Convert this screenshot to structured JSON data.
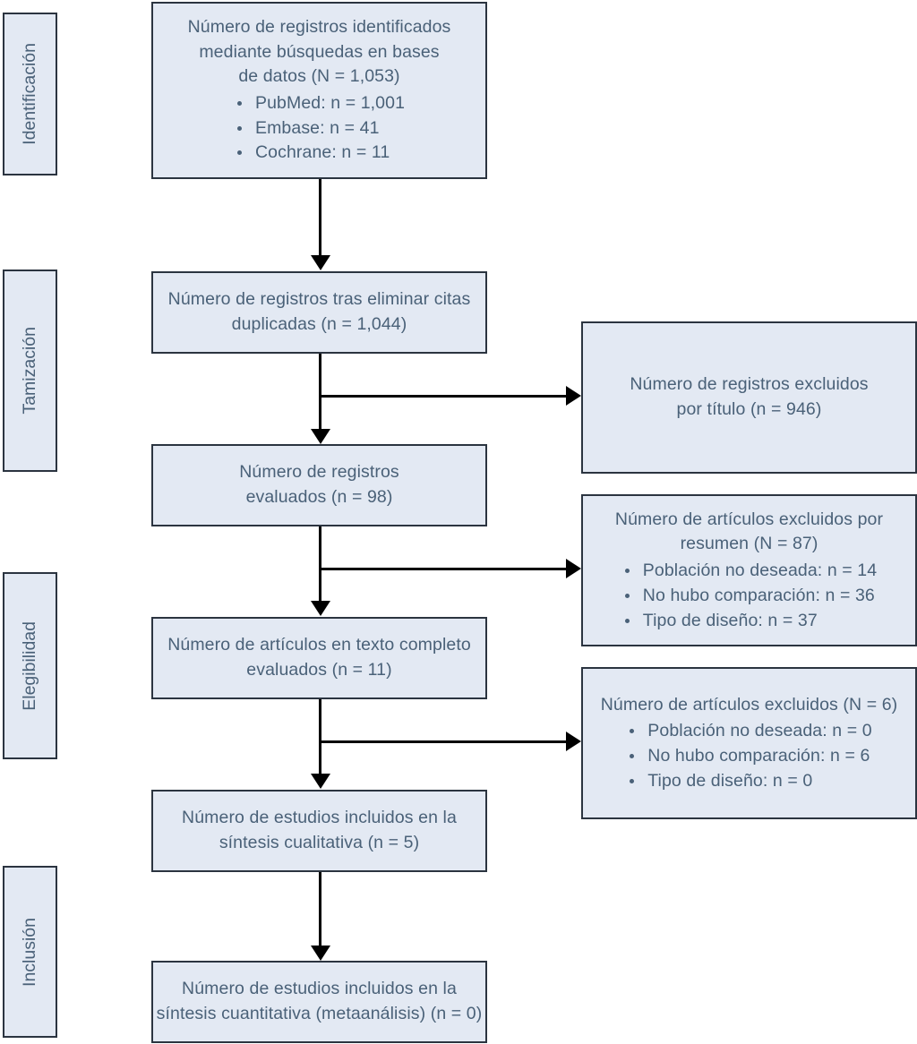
{
  "diagram": {
    "type": "prisma-flow-diagram",
    "language": "es",
    "colors": {
      "box_fill": "#e3e9f3",
      "box_border": "#2b3440",
      "text": "#4a6178",
      "arrow": "#000000",
      "background": "#ffffff"
    }
  },
  "stages": [
    {
      "id": "identificacion",
      "label": "Identificación"
    },
    {
      "id": "tamizacion",
      "label": "Tamización"
    },
    {
      "id": "elegibilidad",
      "label": "Elegibilidad"
    },
    {
      "id": "inclusion",
      "label": "Inclusión"
    }
  ],
  "flow_boxes": [
    {
      "id": "identified",
      "lines": [
        "Número de registros identificados",
        "mediante búsquedas en bases",
        "de datos (N = 1,053)"
      ],
      "bullets": [
        "PubMed: n = 1,001",
        "Embase: n = 41",
        "Cochrane: n = 11"
      ]
    },
    {
      "id": "deduplicated",
      "lines": [
        "Número de registros tras eliminar citas",
        "duplicadas (n = 1,044)"
      ],
      "bullets": []
    },
    {
      "id": "screened",
      "lines": [
        "Número de registros",
        "evaluados (n = 98)"
      ],
      "bullets": []
    },
    {
      "id": "fulltext",
      "lines": [
        "Número de artículos en texto completo",
        "evaluados (n = 11)"
      ],
      "bullets": []
    },
    {
      "id": "qualitative",
      "lines": [
        "Número de estudios incluidos en la",
        "síntesis cualitativa (n = 5)"
      ],
      "bullets": []
    },
    {
      "id": "quantitative",
      "lines": [
        "Número de estudios incluidos en la",
        "síntesis cuantitativa (metaanálisis) (n = 0)"
      ],
      "bullets": []
    }
  ],
  "exclusion_boxes": [
    {
      "id": "excluded-title",
      "lines": [
        "Número de registros excluidos",
        "por título (n = 946)"
      ],
      "bullets": []
    },
    {
      "id": "excluded-abstract",
      "lines": [
        "Número de artículos excluidos por",
        "resumen (N = 87)"
      ],
      "bullets": [
        "Población no deseada: n = 14",
        "No hubo comparación: n = 36",
        "Tipo de diseño: n = 37"
      ]
    },
    {
      "id": "excluded-fulltext",
      "lines": [
        "Número de artículos excluidos (N = 6)"
      ],
      "bullets": [
        "Población no deseada: n = 0",
        "No hubo comparación: n = 6",
        "Tipo de diseño: n = 0"
      ]
    }
  ]
}
